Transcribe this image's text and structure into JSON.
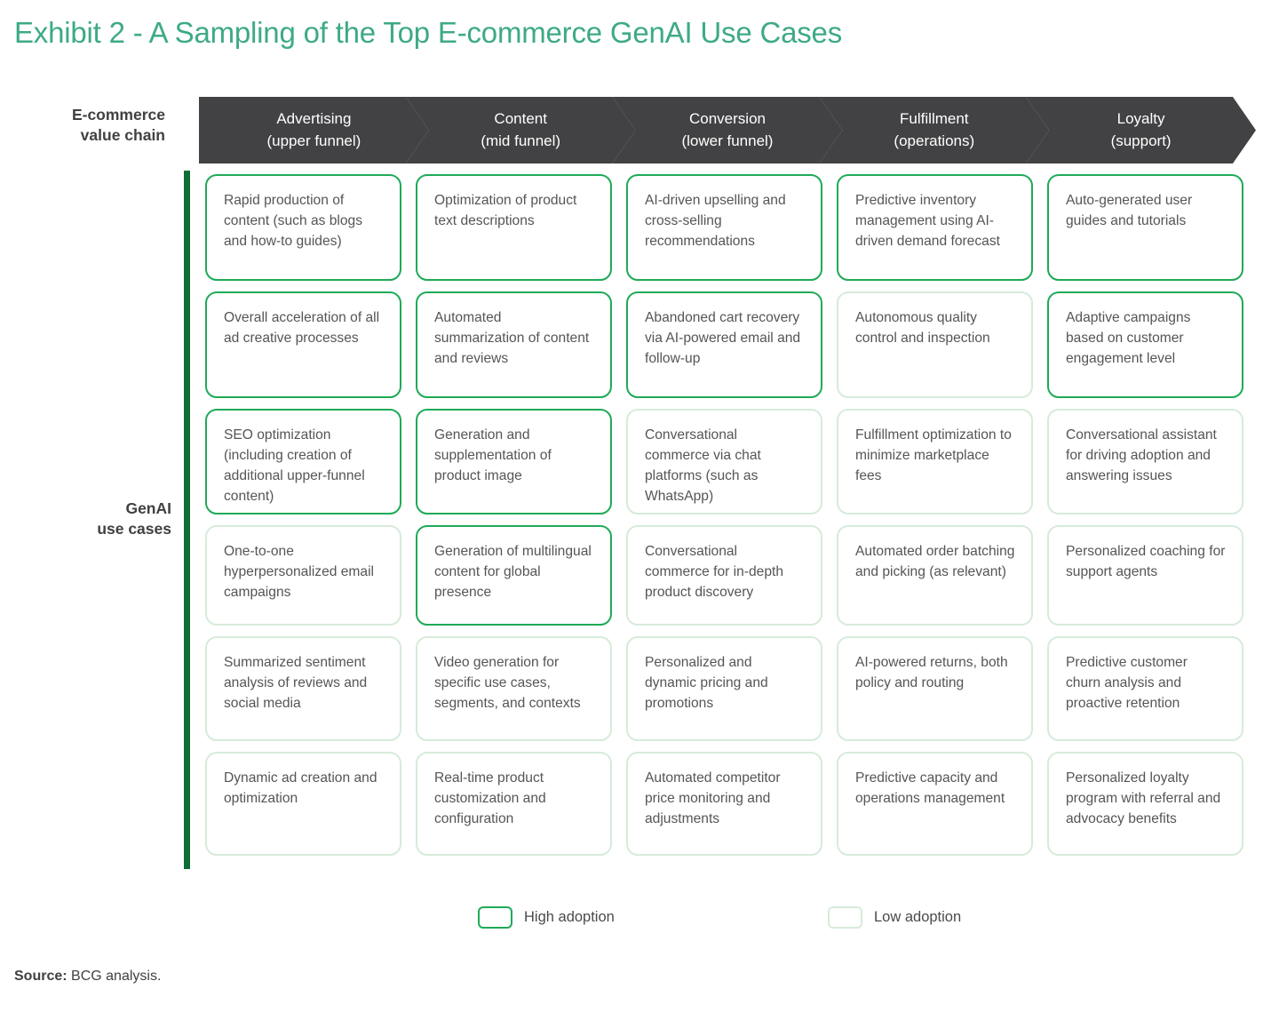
{
  "title": "Exhibit 2 - A Sampling of the Top E-commerce GenAI Use Cases",
  "colors": {
    "title": "#3eaa85",
    "chevron_bg": "#424143",
    "spine": "#0c6e36",
    "high_adoption_border": "#1faa57",
    "low_adoption_border": "#d7ebda",
    "body_text": "#555558"
  },
  "axis": {
    "value_chain_label": "E-commerce\nvalue chain",
    "use_cases_label": "GenAI\nuse cases"
  },
  "columns": [
    {
      "name": "Advertising",
      "sub": "(upper funnel)"
    },
    {
      "name": "Content",
      "sub": "(mid funnel)"
    },
    {
      "name": "Conversion",
      "sub": "(lower funnel)"
    },
    {
      "name": "Fulfillment",
      "sub": "(operations)"
    },
    {
      "name": "Loyalty",
      "sub": "(support)"
    }
  ],
  "rows": [
    [
      {
        "text": "Rapid production of content (such as blogs and how-to guides)",
        "adoption": "high"
      },
      {
        "text": "Optimization of product text descriptions",
        "adoption": "high"
      },
      {
        "text": "AI-driven upselling and cross-selling recommendations",
        "adoption": "high"
      },
      {
        "text": "Predictive inventory management using AI-driven demand forecast",
        "adoption": "high"
      },
      {
        "text": "Auto-generated user guides and tutorials",
        "adoption": "high"
      }
    ],
    [
      {
        "text": "Overall acceleration of all ad creative processes",
        "adoption": "high"
      },
      {
        "text": "Automated summarization of content and reviews",
        "adoption": "high"
      },
      {
        "text": "Abandoned cart recovery via AI-powered email and follow-up",
        "adoption": "high"
      },
      {
        "text": "Autonomous quality control and inspection",
        "adoption": "low"
      },
      {
        "text": "Adaptive campaigns based on customer engagement level",
        "adoption": "high"
      }
    ],
    [
      {
        "text": "SEO optimization (including creation of additional upper-funnel content)",
        "adoption": "high"
      },
      {
        "text": "Generation and supplementation of product image",
        "adoption": "high"
      },
      {
        "text": "Conversational commerce via chat platforms (such as WhatsApp)",
        "adoption": "low"
      },
      {
        "text": "Fulfillment optimization to minimize marketplace fees",
        "adoption": "low"
      },
      {
        "text": "Conversational assistant for driving adoption and answering issues",
        "adoption": "low"
      }
    ],
    [
      {
        "text": "One-to-one hyperpersonalized email campaigns",
        "adoption": "low"
      },
      {
        "text": "Generation of multilingual content for global presence",
        "adoption": "high"
      },
      {
        "text": "Conversational commerce for in-depth product discovery",
        "adoption": "low"
      },
      {
        "text": "Automated order batching and picking (as relevant)",
        "adoption": "low"
      },
      {
        "text": "Personalized coaching for support agents",
        "adoption": "low"
      }
    ],
    [
      {
        "text": "Summarized sentiment analysis of reviews and social media",
        "adoption": "low"
      },
      {
        "text": "Video generation for specific use cases, segments, and contexts",
        "adoption": "low"
      },
      {
        "text": "Personalized and dynamic pricing and promotions",
        "adoption": "low"
      },
      {
        "text": "AI-powered returns, both policy and routing",
        "adoption": "low"
      },
      {
        "text": "Predictive customer churn analysis and proactive retention",
        "adoption": "low"
      }
    ],
    [
      {
        "text": "Dynamic ad creation and  optimization",
        "adoption": "low"
      },
      {
        "text": "Real-time product customization and configuration",
        "adoption": "low"
      },
      {
        "text": "Automated competitor price monitoring and adjustments",
        "adoption": "low"
      },
      {
        "text": "Predictive capacity and operations management",
        "adoption": "low"
      },
      {
        "text": "Personalized loyalty program with referral and advocacy benefits",
        "adoption": "low"
      }
    ]
  ],
  "legend": {
    "high_label": "High adoption",
    "low_label": "Low adoption"
  },
  "source": {
    "prefix": "Source:",
    "text": "BCG analysis."
  }
}
